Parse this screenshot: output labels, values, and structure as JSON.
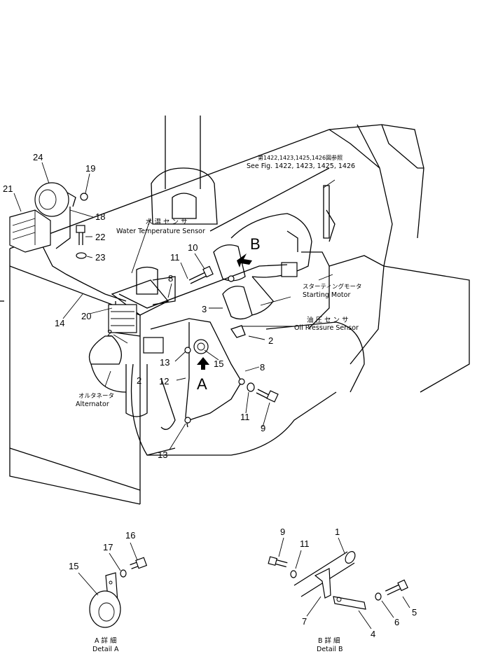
{
  "labels": {
    "water_temp_jp": "水 温 セ ン サ",
    "water_temp_en": "Water Temperature Sensor",
    "see_fig_jp": "第1422,1423,1425,1426図参照",
    "see_fig_en": "See Fig. 1422, 1423, 1425, 1426",
    "starting_motor_jp": "スターティングモータ",
    "starting_motor_en": "Starting Motor",
    "oil_pressure_jp": "油 圧 セ ン サ",
    "oil_pressure_en": "Oil Pressure Sensor",
    "alternator_jp": "オルタネータ",
    "alternator_en": "Alternator",
    "detail_a_jp": "A 詳 細",
    "detail_a_en": "Detail A",
    "detail_b_jp": "B 詳 細",
    "detail_b_en": "Detail B",
    "marker_a": "A",
    "marker_b": "B"
  },
  "callouts": {
    "c24": "24",
    "c19": "19",
    "c21": "21",
    "c18": "18",
    "c22": "22",
    "c23": "23",
    "c14": "14",
    "c20": "20",
    "c2a": "2",
    "c2b": "2",
    "c2c": "2",
    "c11a": "11",
    "c10": "10",
    "c8a": "8",
    "c3": "3",
    "c13a": "13",
    "c15a": "15",
    "c12": "12",
    "c8b": "8",
    "c11b": "11",
    "c9a": "9",
    "c13b": "13",
    "c16": "16",
    "c17": "17",
    "c15b": "15",
    "c9b": "9",
    "c11c": "11",
    "c1": "1",
    "c5": "5",
    "c6": "6",
    "c4": "4",
    "c7": "7"
  }
}
